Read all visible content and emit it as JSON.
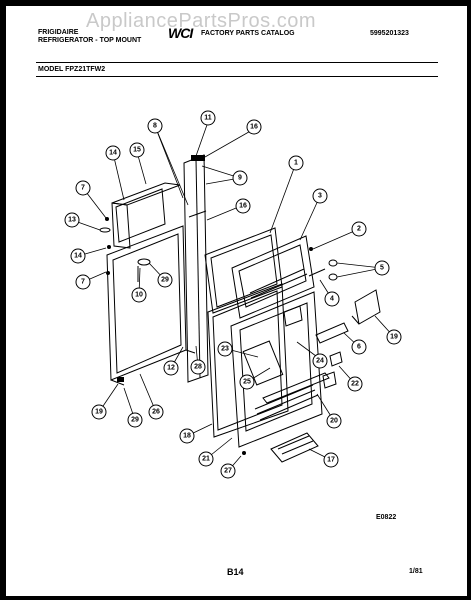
{
  "header": {
    "brand": "FRIGIDAIRE",
    "product": "REFRIGERATOR - TOP MOUNT",
    "logo": "WCI",
    "catalog": "FACTORY PARTS CATALOG",
    "doc_number": "5995201323",
    "model": "MODEL FPZ21TFW2"
  },
  "watermark": "AppliancePartsPros.com",
  "diagram": {
    "figure_code": "E0822",
    "callouts": [
      "1",
      "2",
      "3",
      "4",
      "5",
      "6",
      "7",
      "7",
      "8",
      "9",
      "10",
      "11",
      "12",
      "13",
      "14",
      "14",
      "15",
      "16",
      "16",
      "17",
      "18",
      "19",
      "19",
      "20",
      "21",
      "22",
      "23",
      "24",
      "25",
      "26",
      "27",
      "28",
      "29",
      "29"
    ]
  },
  "footer": {
    "page": "B14",
    "date": "1/81"
  }
}
